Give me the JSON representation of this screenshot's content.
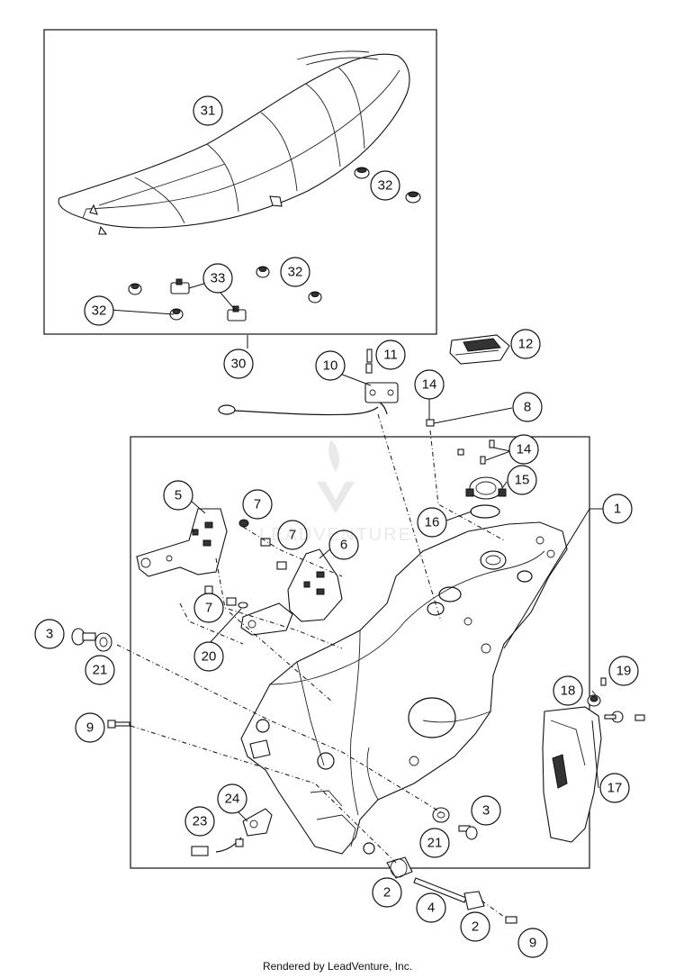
{
  "diagram": {
    "callouts": {
      "c1": "1",
      "c2a": "2",
      "c2b": "2",
      "c3a": "3",
      "c3b": "3",
      "c4": "4",
      "c5": "5",
      "c6": "6",
      "c7a": "7",
      "c7b": "7",
      "c7c": "7",
      "c8": "8",
      "c9a": "9",
      "c9b": "9",
      "c10": "10",
      "c11": "11",
      "c12": "12",
      "c14a": "14",
      "c14b": "14",
      "c15": "15",
      "c16": "16",
      "c17": "17",
      "c18": "18",
      "c19": "19",
      "c20": "20",
      "c21a": "21",
      "c21b": "21",
      "c23": "23",
      "c24": "24",
      "c30": "30",
      "c31": "31",
      "c32a": "32",
      "c32b": "32",
      "c32c": "32",
      "c33": "33"
    }
  },
  "watermark": {
    "text": "LEADVENTURE"
  },
  "footer": {
    "text": "Rendered by LeadVenture, Inc."
  }
}
